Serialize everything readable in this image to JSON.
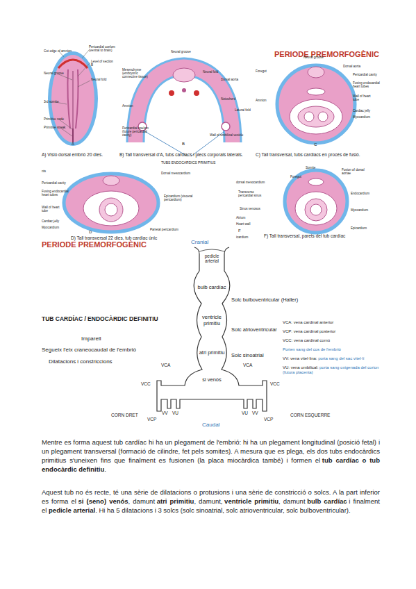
{
  "diagram": {
    "title": "PERIODE PREMORFOGÈNIC",
    "nodes": [
      {
        "text": [
          "pedicle arterial"
        ]
      },
      {
        "text": [
          "bulb cardíac"
        ]
      },
      {
        "text": [
          "ventricle primitiu"
        ]
      },
      {
        "text": [
          "atri primitiu"
        ]
      },
      {
        "text": [
          "si venós"
        ]
      }
    ],
    "labels": [
      "Cut edge of amnion",
      "Pericardial coelom (ventral to brain)",
      "Level of section B",
      "Neural groove",
      "Neural fold",
      "3rd somite",
      "Primitive node",
      "Primitive streak",
      "A",
      "A) Visió dorsal embrió 20 dies.",
      "Neural groove",
      "Mesenchyme (embryonic connective tissue)",
      "Neural fold",
      "Dorsal aorta",
      "Notochord",
      "Amnion",
      "Lateral fold",
      "Pericardial coelom (future pericardial cavity)",
      "Wall of umbilical vesicle",
      "B",
      "B) Tall transversal d'A, tubs cardiacs i plecs corporals laterals.",
      "TUBS ENDOCARDICS PRIMITIUS",
      "Neural groove",
      "Foregut",
      "Dorsal aorta",
      "Pericardial cavity",
      "Fusing endocardial heart tubes",
      "Wall of heart tube",
      "Amnion",
      "Cardiac jelly",
      "Myocardium",
      "C",
      "C) Tall transversal, tubs cardiacs en procés de fusió.",
      "nts",
      "Dorsal mesocardium",
      "Pericardial cavity",
      "Fusing endocardial heart tubes",
      "Epicardium (visceral pericardium)",
      "Wall of heart tube",
      "Cardiac jelly",
      "Myocardium",
      "D",
      "Parietal pericardium",
      "D) Tall transversal 22 dies, tub cardíac únic",
      "Somite",
      "Fusion of dorsal aortae",
      "Foregut",
      "dorsal mesocardium",
      "Endocardium",
      "Transverse pericardial sinus",
      "Sinus venosus",
      "Myocardium",
      "Atrium",
      "Heart wall",
      "F",
      "icardium",
      "Epicardium",
      "F) Tall transversal, parets del tub cardíac",
      "PERIODE PREMORFOGÈNIC",
      "Cranial",
      "TUB CARDÍAC / ENDOCÀRDIC DEFINITIU",
      "Imparell",
      "Segueix l'eix craneocaudal de l'embrió",
      "Dilatacions i constriccions",
      "Solc bulboventricular (Haller)",
      "Solc atrioventricular",
      "Solc sinoatrial",
      "VCA: vena cardinal anterior",
      "VCP: vena cardinal posterior",
      "VCC: vena cardinal comú",
      "Porten sang del cos de l'embrió",
      "VV: vena vitel·lina:",
      "porta sang del sac vitel·lí",
      "VU: vena umbilical:",
      "porta sang oxigenada del corion (futura placenta)",
      "VCA",
      "VCA",
      "VCC",
      "VCC",
      "VV",
      "VU",
      "VU",
      "VV",
      "VCP",
      "VCP",
      "CORN DRET",
      "CORN ESQUERRE",
      "Caudal",
      "Mentre es forma aquest tub cardíac hi ha un plegament de l'embrió: hi ha un plegament longitudinal (posició fetal) i un plegament transversal (formació de cilindre, fet pels somites). A mesura que es plega, els dos tubs endocàrdics primitius s'uneixen fins que finalment es fusionen (la placa miocàrdica també) i formen el",
      "tub cardíac o tub endocàrdic definitiu",
      ".",
      "Aquest tub no és recte, té una sèrie de dilatacions o protusions i una sèrie de constricció o solcs. A la part inferior es forma el",
      "si (seno) venós",
      ", damunt",
      "atri primitiu",
      ", damunt,",
      "ventricle primitiu",
      ", damunt",
      "bulb cardíac",
      "i finalment el",
      "pedicle arterial",
      ". Hi ha 5 dilatacions i 3 solcs (solc sinoatrial, solc atrioventricular, solc bulboventricular)."
    ]
  }
}
